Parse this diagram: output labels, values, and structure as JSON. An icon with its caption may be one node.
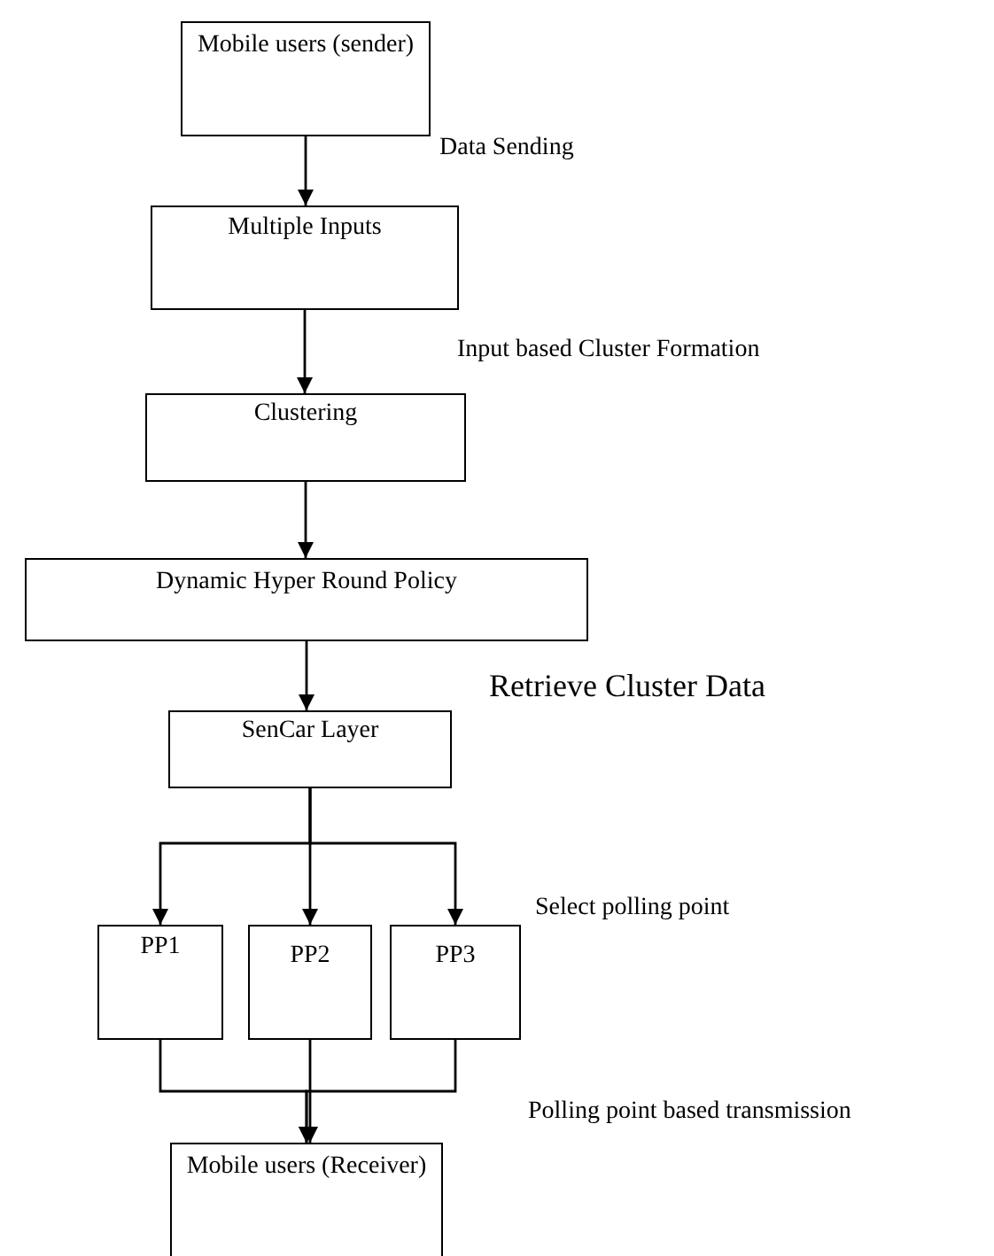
{
  "diagram": {
    "nodes": [
      {
        "text": [
          "Mobile users (sender)"
        ]
      },
      {
        "text": [
          "Multiple Inputs"
        ]
      },
      {
        "text": [
          "Clustering"
        ]
      },
      {
        "text": [
          "Dynamic Hyper Round Policy"
        ]
      },
      {
        "text": [
          "SenCar Layer"
        ]
      },
      {
        "text": [
          "PP1"
        ]
      },
      {
        "text": [
          "PP2"
        ]
      },
      {
        "text": [
          "PP3"
        ]
      },
      {
        "text": [
          "Mobile users (Receiver)"
        ]
      }
    ],
    "edges": [
      {
        "from": 0,
        "to": 1,
        "arrow": "to"
      },
      {
        "from": 1,
        "to": 2,
        "arrow": "to"
      },
      {
        "from": 2,
        "to": 3,
        "arrow": "to"
      },
      {
        "from": 3,
        "to": 4,
        "arrow": "to"
      },
      {
        "from": 4,
        "to": 5,
        "arrow": "to"
      },
      {
        "from": 4,
        "to": 6,
        "arrow": "to"
      },
      {
        "from": 4,
        "to": 7,
        "arrow": "to"
      },
      {
        "from": 5,
        "to": 8,
        "arrow": "to"
      },
      {
        "from": 6,
        "to": 8,
        "arrow": "to"
      },
      {
        "from": 7,
        "to": 8,
        "arrow": "to"
      }
    ],
    "labels": [
      "Data Sending",
      "Input based Cluster Formation",
      "Retrieve Cluster Data",
      "Select polling point",
      "Polling point based transmission"
    ]
  }
}
